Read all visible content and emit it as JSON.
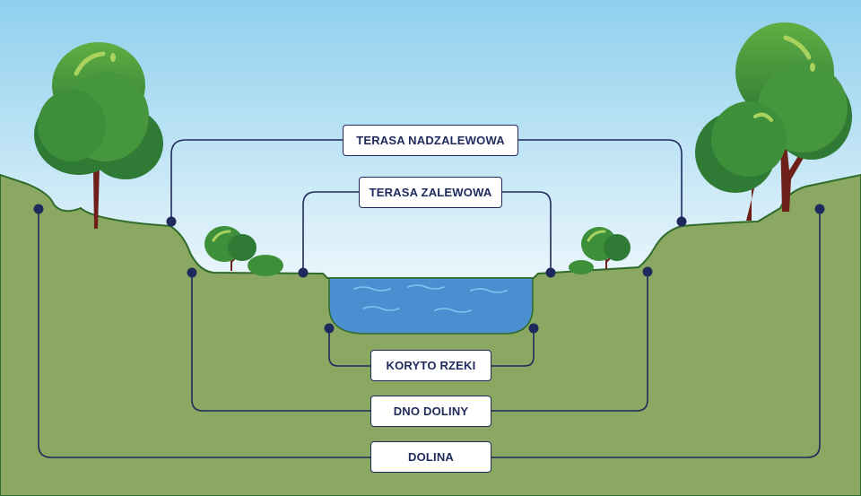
{
  "labels": {
    "terasa_nadzalewowa": "TERASA NADZALEWOWA",
    "terasa_zalewowa": "TERASA ZALEWOWA",
    "koryto_rzeki": "KORYTO RZEKI",
    "dno_doliny": "DNO DOLINY",
    "dolina": "DOLINA"
  },
  "colors": {
    "sky_top": "#8fd0ee",
    "sky_bottom": "#ffffff",
    "ground": "#8ba862",
    "ground_outline": "#2f6b2a",
    "water": "#4b8fd1",
    "line": "#1f2a5c",
    "tree_foliage": "#3e8f3a",
    "tree_trunk": "#6e1f1a"
  }
}
